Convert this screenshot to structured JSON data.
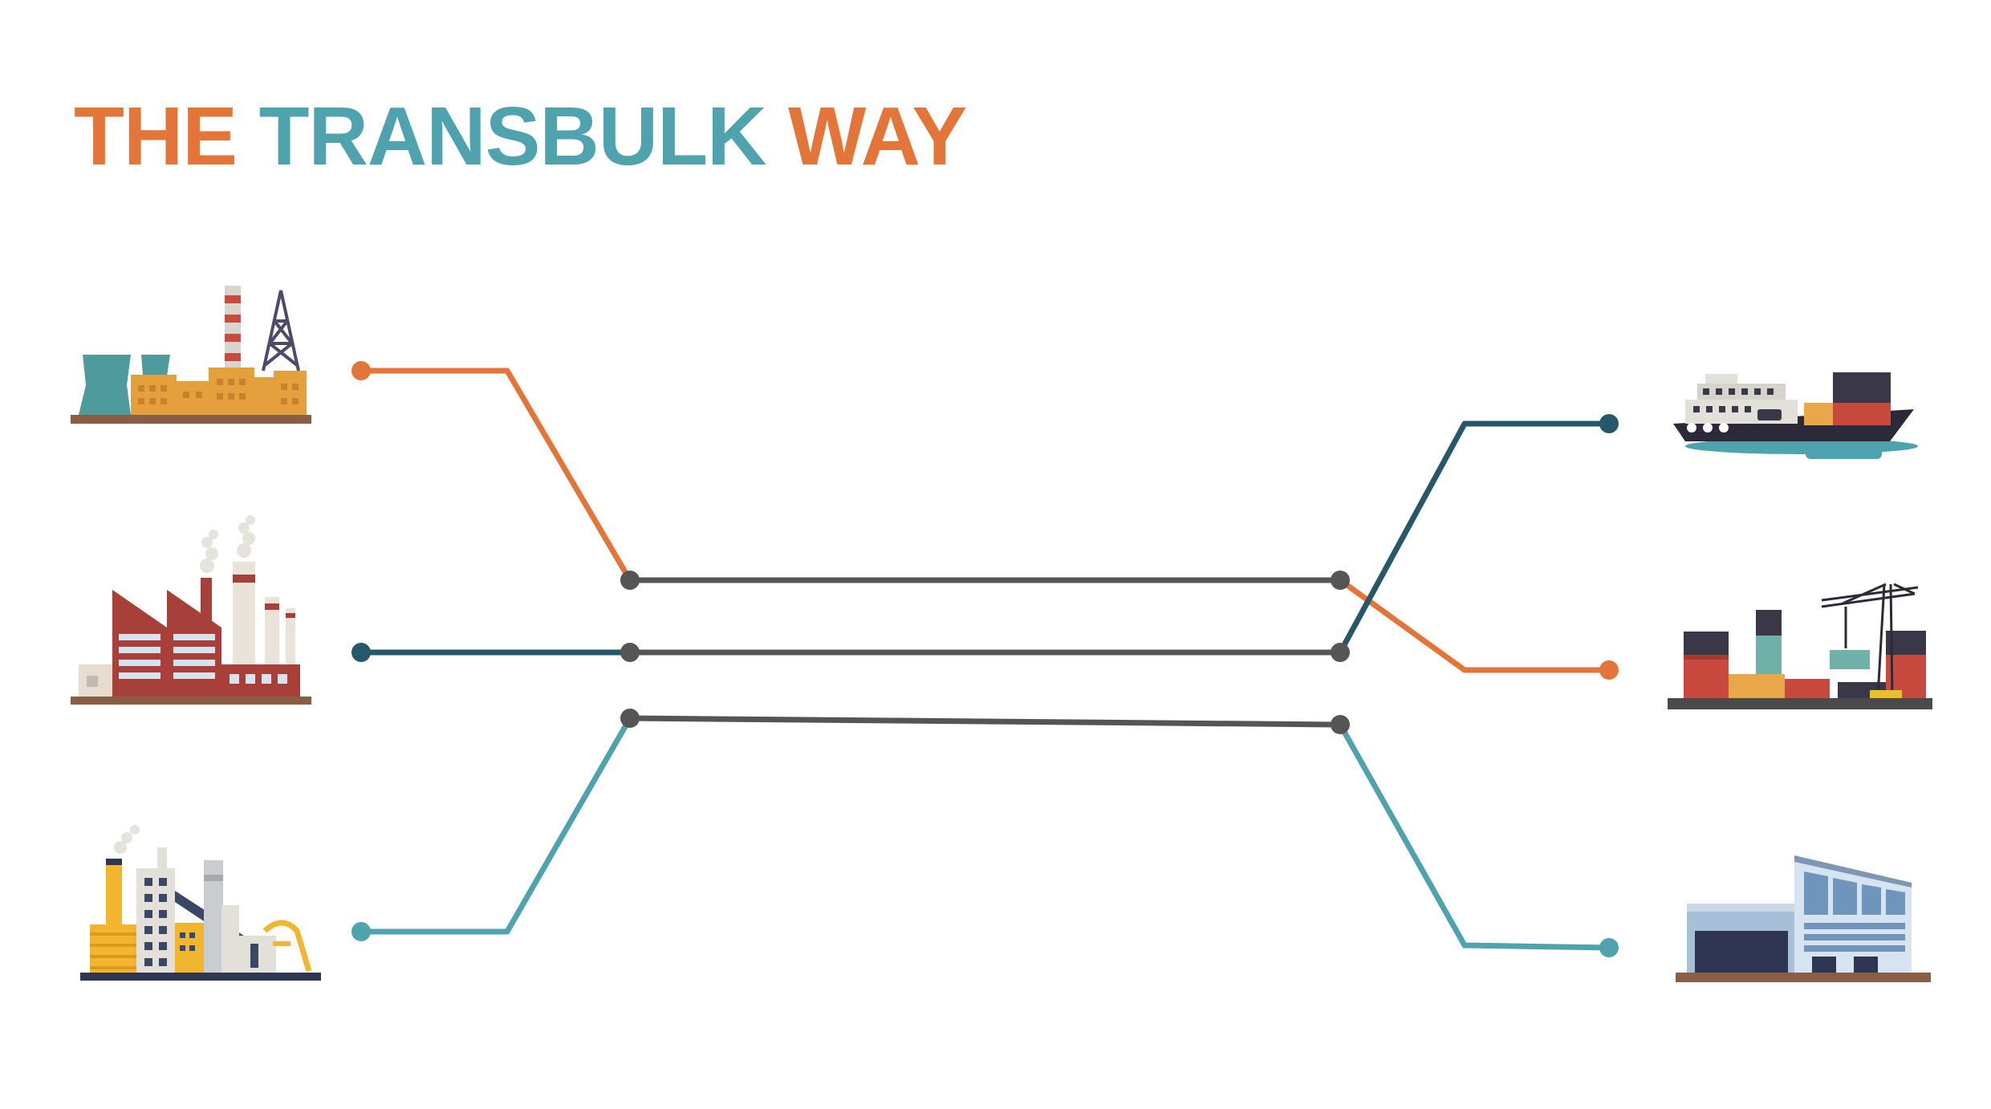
{
  "title": {
    "part1": "THE",
    "part2": "TRANSBULK",
    "part3": "WAY",
    "color1": "#E37539",
    "color2": "#4FA3AE",
    "color3": "#E37539"
  },
  "colors": {
    "orange": "#E37539",
    "navy": "#27576A",
    "teal": "#4FA3AE",
    "gray": "#555555"
  },
  "sources": [
    {
      "icon": "power-plant-icon"
    },
    {
      "icon": "factory-icon"
    },
    {
      "icon": "processing-plant-icon"
    }
  ],
  "destinations": [
    {
      "icon": "cargo-ship-icon"
    },
    {
      "icon": "container-port-icon"
    },
    {
      "icon": "warehouse-icon"
    }
  ]
}
